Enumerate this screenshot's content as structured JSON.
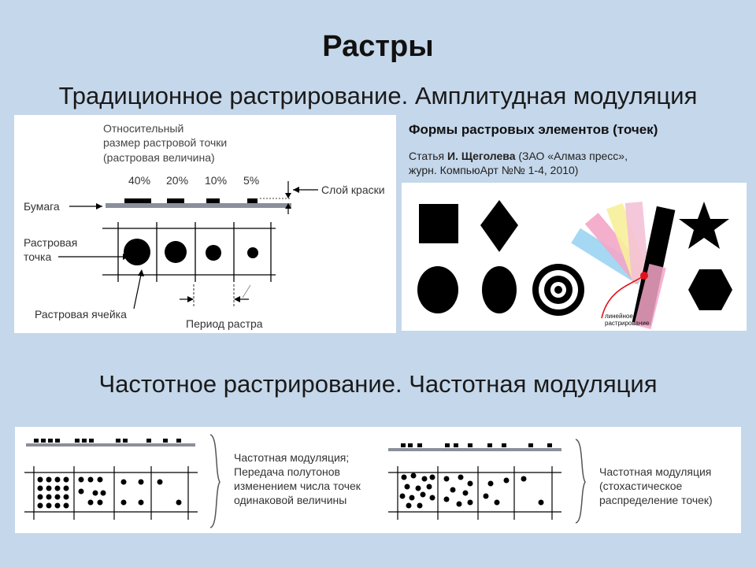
{
  "slide": {
    "title": "Растры",
    "subtitle_am": "Традиционное растрирование. Амплитудная модуляция",
    "subtitle_fm": "Частотное растрирование. Частотная модуляция"
  },
  "am_diagram": {
    "heading_line1": "Относительный",
    "heading_line2": "размер растровой точки",
    "heading_line3": "(растровая величина)",
    "percents": [
      "40%",
      "20%",
      "10%",
      "5%"
    ],
    "paper_label": "Бумага",
    "ink_layer_label": "Слой краски",
    "dot_label_line1": "Растровая",
    "dot_label_line2": "точка",
    "cell_label": "Растровая ячейка",
    "period_label": "Период растра"
  },
  "shapes_caption": {
    "heading": "Формы растровых элементов (точек)",
    "line1_prefix": "Статья ",
    "line1_author": "И. Щеголева",
    "line1_suffix": " (ЗАО «Алмаз пресс»,",
    "line2": "журн. КомпьюАрт №№ 1-4, 2010)"
  },
  "shapes_figure": {
    "line_screen_label_1": "линейное",
    "line_screen_label_2": "растрирование"
  },
  "fm_diagram": {
    "left_caption": [
      "Частотная модуляция;",
      "Передача полутонов",
      "изменением числа точек",
      "одинаковой величины"
    ],
    "right_caption": [
      "Частотная модуляция",
      "(стохастическое",
      "распределение точек)"
    ]
  },
  "colors": {
    "background": "#c5d7ea",
    "panel": "#ffffff",
    "ink": "#000000",
    "paper_line": "#8a8f9a",
    "red_accent": "#e0131b"
  }
}
